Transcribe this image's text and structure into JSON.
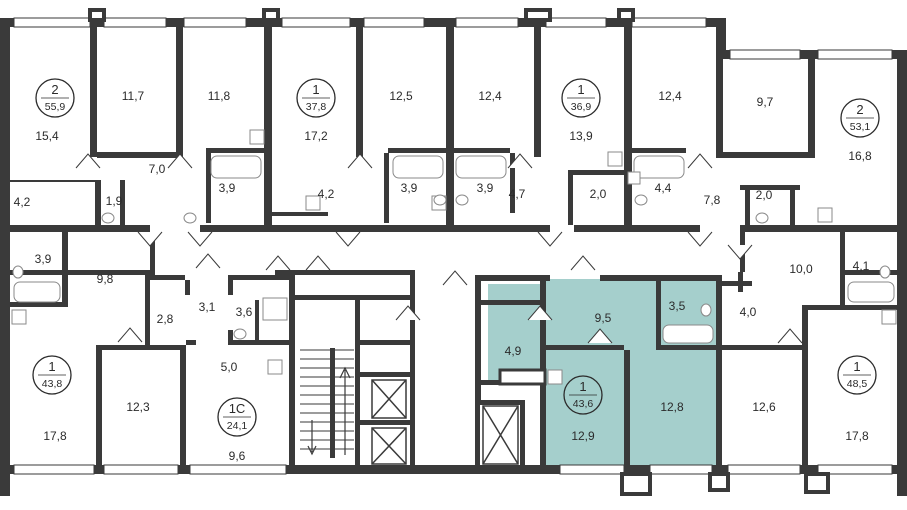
{
  "colors": {
    "wall": "#3a3a3a",
    "highlight_fill": "#a5cfcc",
    "window": "#ffffff",
    "text": "#2b2b2b",
    "fixture": "#8a8a8a"
  },
  "apartments": [
    {
      "id": "apt-top-1",
      "rooms": "2",
      "area": "55,9"
    },
    {
      "id": "apt-top-2",
      "rooms": "1",
      "area": "37,8"
    },
    {
      "id": "apt-top-3",
      "rooms": "1",
      "area": "36,9"
    },
    {
      "id": "apt-top-4",
      "rooms": "2",
      "area": "53,1"
    },
    {
      "id": "apt-bottom-1",
      "rooms": "1",
      "area": "43,8"
    },
    {
      "id": "apt-bottom-2",
      "rooms": "1С",
      "area": "24,1"
    },
    {
      "id": "apt-bottom-3",
      "rooms": "1",
      "area": "43,6",
      "highlighted": true
    },
    {
      "id": "apt-bottom-4",
      "rooms": "1",
      "area": "48,5"
    }
  ],
  "room_labels": [
    "15,4",
    "4,2",
    "11,7",
    "7,0",
    "1,9",
    "11,8",
    "3,9",
    "17,2",
    "4,2",
    "12,5",
    "3,9",
    "12,4",
    "3,9",
    "4,7",
    "13,9",
    "2,0",
    "12,4",
    "4,4",
    "7,8",
    "9,7",
    "2,0",
    "16,8",
    "3,9",
    "9,8",
    "17,8",
    "2,8",
    "3,1",
    "3,6",
    "12,3",
    "5,0",
    "9,6",
    "9,5",
    "3,5",
    "4,9",
    "12,9",
    "12,8",
    "10,0",
    "4,1",
    "4,0",
    "12,6",
    "17,8"
  ]
}
